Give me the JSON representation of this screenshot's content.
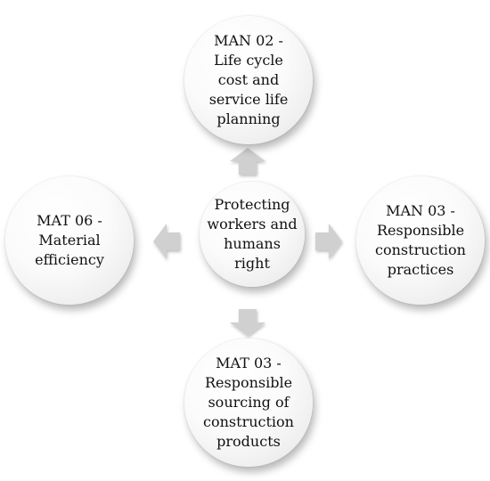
{
  "diagram": {
    "center": "Protecting workers and humans right",
    "top": "MAN 02 - Life cycle cost and service life planning",
    "left": "MAT 06 - Material efficiency",
    "right": "MAN 03 - Responsible construction practices",
    "bottom": "MAT 03 - Responsible sourcing of construction products"
  },
  "colors": {
    "arrow": "#d0d0d0",
    "text": "#111111"
  }
}
